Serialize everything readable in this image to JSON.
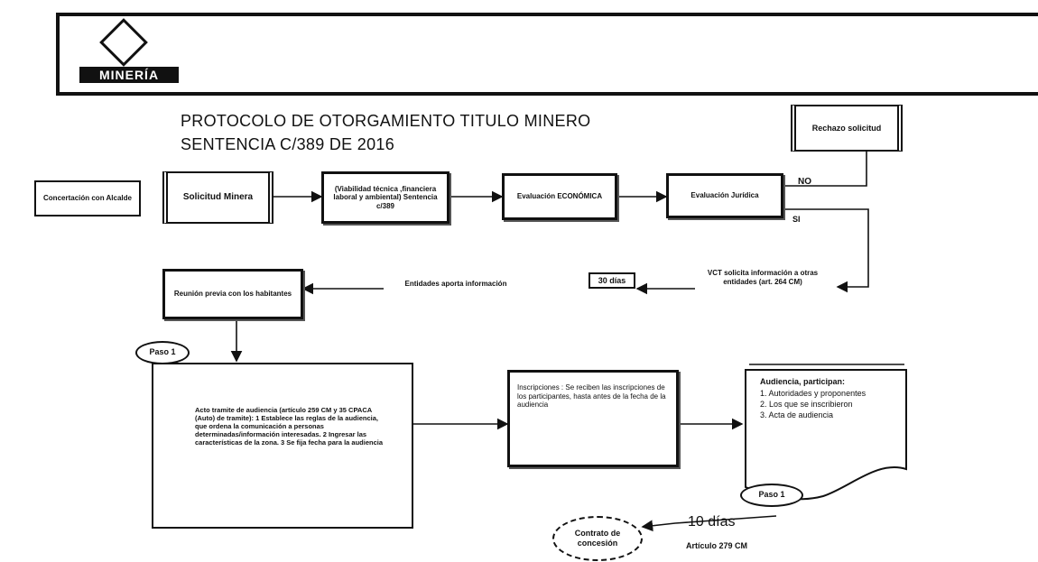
{
  "header": {
    "logo_text": "MINERÍA"
  },
  "title": {
    "line1": "PROTOCOLO DE OTORGAMIENTO TITULO MINERO",
    "line2": "SENTENCIA C/389 DE 2016"
  },
  "nodes": {
    "concertacion": "Concertación con Alcalde",
    "solicitud": "Solicitud Minera",
    "viabilidad": "(Viabilidad técnica ,financiera laboral y ambiental) Sentencia c/389",
    "evaluacion_economica": "Evaluación ECONÓMICA",
    "evaluacion_juridica": "Evaluación Jurídica",
    "rechazo": "Rechazo solicitud",
    "vct": "VCT solicita información a otras entidades (art. 264 CM)",
    "entidades": "Entidades aporta información",
    "reunion": "Reunión previa con los habitantes",
    "auto_tramite": "Acto tramite de audiencia (artículo 259 CM y 35 CPACA (Auto) de tramite): 1 Establece las reglas de la audiencia, que ordena la comunicación a personas determinadas/información interesadas. 2 Ingresar las características de la zona. 3 Se fija fecha para la audiencia",
    "inscripciones": "Inscripciones : Se reciben las inscripciones de los participantes, hasta antes de la fecha de la audiencia",
    "audiencia_title": "Audiencia, participan:",
    "audiencia_items": [
      "1. Autoridades y proponentes",
      "2. Los que se inscribieron",
      "3. Acta de audiencia"
    ],
    "contrato": "Contrato de concesión",
    "paso1_a": "Paso 1",
    "paso1_b": "Paso 1"
  },
  "labels": {
    "no": "NO",
    "si": "SI",
    "dias30": "30 días",
    "dias10": "10 días",
    "articulo": "Artículo 279 CM"
  }
}
